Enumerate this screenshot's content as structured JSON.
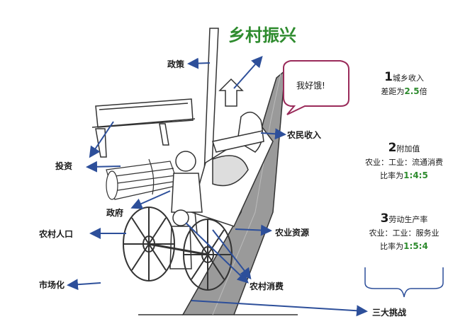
{
  "title": "乡村振兴",
  "bubble": "我好饿!",
  "labels": {
    "policy": "政策",
    "farmer_income": "农民收入",
    "investment": "投资",
    "government": "政府",
    "rural_population": "农村人口",
    "agri_resources": "农业资源",
    "marketization": "市场化",
    "rural_consumption": "农村消费",
    "three_challenges": "三大挑战"
  },
  "stats": [
    {
      "num": "1",
      "title": "城乡收入",
      "line2_prefix": "差距为",
      "value": "2.5",
      "line2_suffix": "倍"
    },
    {
      "num": "2",
      "title": "附加值",
      "line2": "农业：工业：流通消费",
      "line3_prefix": "比率为",
      "value": "1:4:5"
    },
    {
      "num": "3",
      "title": "劳动生产率",
      "line2": "农业：工业：服务业",
      "line3_prefix": "比率为",
      "value": "1:5:4"
    }
  ],
  "colors": {
    "arrow": "#2d4f9a",
    "accent": "#2e8b2e",
    "bubble_border": "#9a2b5a"
  }
}
